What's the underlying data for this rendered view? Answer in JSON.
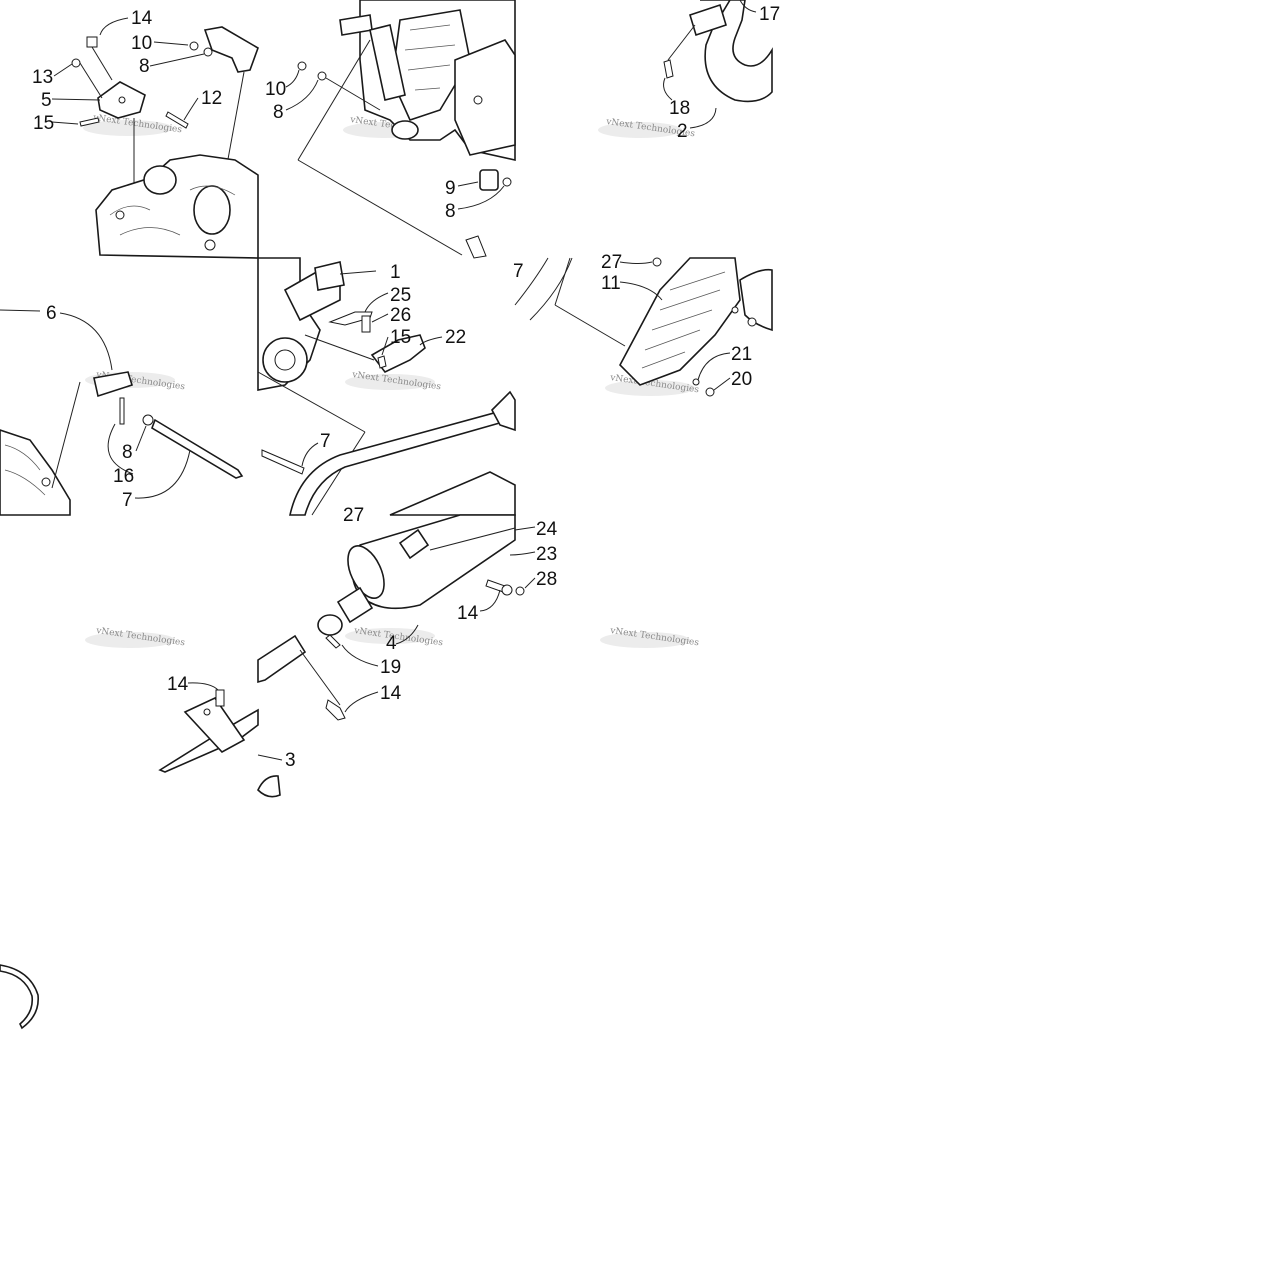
{
  "diagram": {
    "watermark_text": "vNext Technologies",
    "callouts": [
      {
        "id": "c14a",
        "text": "14"
      },
      {
        "id": "c10a",
        "text": "10"
      },
      {
        "id": "c8a",
        "text": "8"
      },
      {
        "id": "c13",
        "text": "13"
      },
      {
        "id": "c5",
        "text": "5"
      },
      {
        "id": "c12",
        "text": "12"
      },
      {
        "id": "c15a",
        "text": "15"
      },
      {
        "id": "c10b",
        "text": "10"
      },
      {
        "id": "c8b",
        "text": "8"
      },
      {
        "id": "c9",
        "text": "9"
      },
      {
        "id": "c8c",
        "text": "8"
      },
      {
        "id": "c17",
        "text": "17"
      },
      {
        "id": "c18",
        "text": "18"
      },
      {
        "id": "c2",
        "text": "2"
      },
      {
        "id": "c6",
        "text": "6"
      },
      {
        "id": "c8d",
        "text": "8"
      },
      {
        "id": "c16",
        "text": "16"
      },
      {
        "id": "c7a",
        "text": "7"
      },
      {
        "id": "c1",
        "text": "1"
      },
      {
        "id": "c25",
        "text": "25"
      },
      {
        "id": "c26",
        "text": "26"
      },
      {
        "id": "c15b",
        "text": "15"
      },
      {
        "id": "c22",
        "text": "22"
      },
      {
        "id": "c7b",
        "text": "7"
      },
      {
        "id": "c27a",
        "text": "27"
      },
      {
        "id": "c7c",
        "text": "7"
      },
      {
        "id": "c27b",
        "text": "27"
      },
      {
        "id": "c11",
        "text": "11"
      },
      {
        "id": "c21",
        "text": "21"
      },
      {
        "id": "c20",
        "text": "20"
      },
      {
        "id": "c24",
        "text": "24"
      },
      {
        "id": "c23",
        "text": "23"
      },
      {
        "id": "c28",
        "text": "28"
      },
      {
        "id": "c14b",
        "text": "14"
      },
      {
        "id": "c4",
        "text": "4"
      },
      {
        "id": "c19",
        "text": "19"
      },
      {
        "id": "c14c",
        "text": "14"
      },
      {
        "id": "c14d",
        "text": "14"
      },
      {
        "id": "c3",
        "text": "3"
      }
    ]
  }
}
